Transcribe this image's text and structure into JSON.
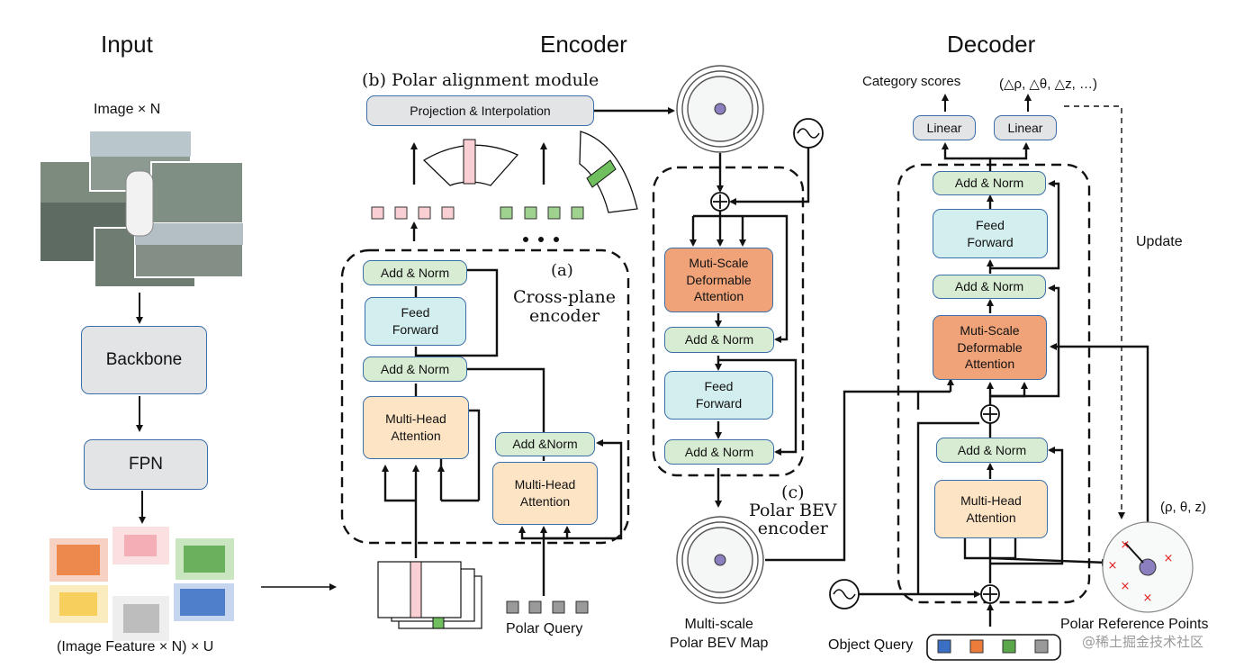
{
  "headers": {
    "input": "Input",
    "encoder": "Encoder",
    "decoder": "Decoder"
  },
  "input": {
    "image_label": "Image   × N",
    "backbone": "Backbone",
    "fpn": "FPN",
    "features_label": "(Image  Feature × N) × U"
  },
  "polar_alignment": {
    "title": "(b) Polar alignment module",
    "projection": "Projection  & Interpolation"
  },
  "cross_plane": {
    "tag": "(a)",
    "title": "Cross-plane\nencoder",
    "add_norm_top": "Add & Norm",
    "feed_forward": "Feed\nForward",
    "add_norm_mid": "Add & Norm",
    "mha_left": "Multi-Head\nAttention",
    "add_norm_right": "Add &Norm",
    "mha_right": "Multi-Head\nAttention",
    "polar_query": "Polar Query"
  },
  "polar_bev": {
    "title": "(c)\nPolar BEV\nencoder",
    "msda": "Muti-Scale\nDeformable\nAttention",
    "add_norm_1": "Add & Norm",
    "feed_forward": "Feed\nForward",
    "add_norm_2": "Add & Norm",
    "map_label": "Multi-scale\nPolar BEV Map"
  },
  "decoder": {
    "category_scores": "Category scores",
    "deltas": "(△ρ, △θ, △z, …)",
    "linear_left": "Linear",
    "linear_right": "Linear",
    "update": "Update",
    "add_norm_top": "Add & Norm",
    "feed_forward": "Feed\nForward",
    "add_norm_mid": "Add & Norm",
    "msda": "Muti-Scale\nDeformable\nAttention",
    "add_norm_low": "Add & Norm",
    "mha": "Multi-Head\nAttention",
    "ref_coords": "(ρ, θ, z)",
    "ref_points": "Polar Reference Points",
    "object_query": "Object Query"
  },
  "watermark": "@稀土掘金技术社区",
  "colors": {
    "box_border": "#3c6fa8",
    "gray": "#e3e4e6",
    "green": "#d8ecd3",
    "teal": "#d3eeef",
    "orange": "#f0a379",
    "peach": "#fde4c5",
    "query_blue": "#3a6fc4",
    "query_orange": "#ec7c3a",
    "query_green": "#5aa64a",
    "query_gray": "#9a9a9a"
  }
}
